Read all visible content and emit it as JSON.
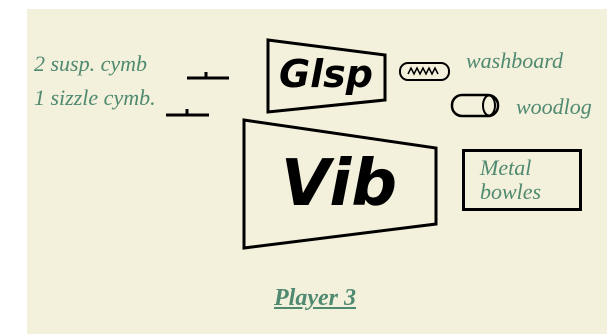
{
  "cymbals": {
    "line1": "2 susp. cymb",
    "line2": "1 sizzle cymb."
  },
  "glockenspiel": {
    "label": "Glsp"
  },
  "washboard": {
    "label": "washboard"
  },
  "woodlog": {
    "label": "woodlog"
  },
  "vibraphone": {
    "label": "Vib"
  },
  "metal_bowls": {
    "line1": "Metal",
    "line2": "bowles"
  },
  "player": {
    "label": "Player 3"
  },
  "colors": {
    "text_green": "#4f8a70",
    "paper": "#f3f0dc",
    "ink": "#000000"
  },
  "icons": [
    "suspended-cymbal-icon",
    "sizzle-cymbal-icon",
    "washboard-icon",
    "woodlog-icon"
  ]
}
